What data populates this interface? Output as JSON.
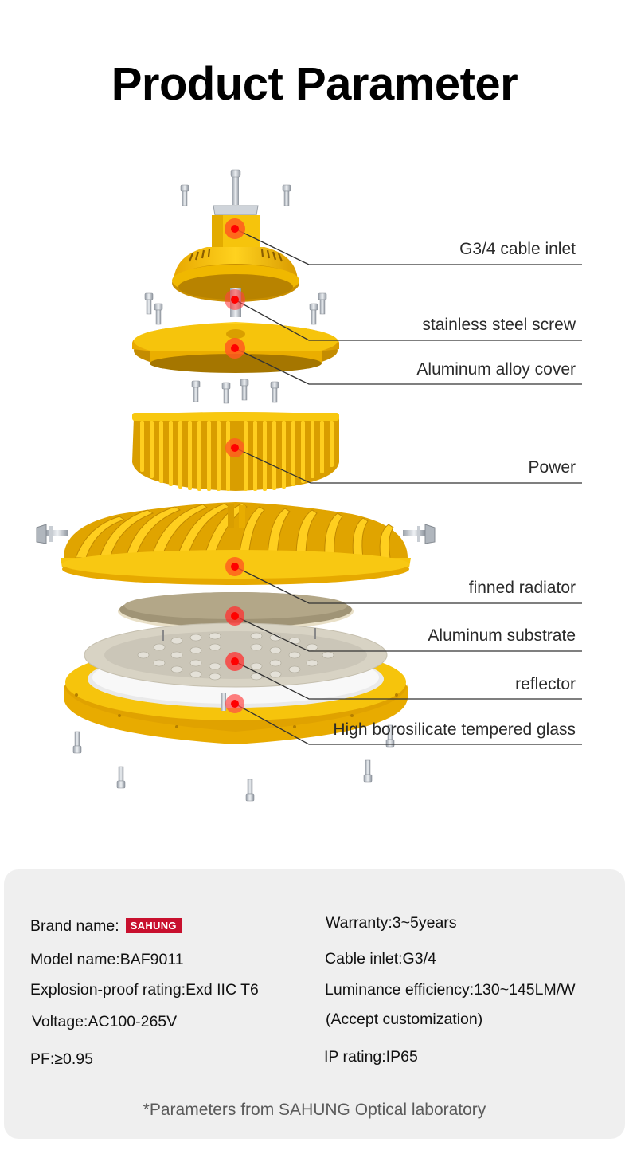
{
  "header": {
    "title": "Product Parameter"
  },
  "diagram": {
    "callouts": [
      {
        "id": "cable-inlet",
        "label": "G3/4 cable inlet"
      },
      {
        "id": "steel-screw",
        "label": "stainless steel screw"
      },
      {
        "id": "alloy-cover",
        "label": "Aluminum alloy cover"
      },
      {
        "id": "power",
        "label": "Power"
      },
      {
        "id": "finned-radiator",
        "label": "finned radiator"
      },
      {
        "id": "aluminum-substrate",
        "label": "Aluminum substrate"
      },
      {
        "id": "reflector",
        "label": "reflector"
      },
      {
        "id": "tempered-glass",
        "label": "High borosilicate tempered glass"
      }
    ],
    "colors": {
      "housing_yellow": "#f2b705",
      "marker_red": "#ff1a1a",
      "leader_line": "#333333"
    }
  },
  "specs": {
    "left": [
      {
        "id": "brand",
        "label": "Brand name:",
        "badge": "SAHUNG"
      },
      {
        "id": "model",
        "text": "Model name:BAF9011"
      },
      {
        "id": "explosion",
        "text": "Explosion-proof rating:Exd IIC T6"
      },
      {
        "id": "voltage",
        "text": "Voltage:AC100-265V"
      },
      {
        "id": "pf",
        "text": "PF:≥0.95"
      }
    ],
    "right": [
      {
        "id": "warranty",
        "text": "Warranty:3~5years"
      },
      {
        "id": "cable",
        "text": "Cable inlet:G3/4"
      },
      {
        "id": "luminance",
        "text": "Luminance efficiency:130~145LM/W"
      },
      {
        "id": "customization",
        "text": "(Accept customization)"
      },
      {
        "id": "ip",
        "text": "IP rating:IP65"
      }
    ],
    "footnote": "*Parameters from SAHUNG Optical laboratory",
    "badge_color": "#c8102e",
    "panel_color": "#efefef"
  }
}
